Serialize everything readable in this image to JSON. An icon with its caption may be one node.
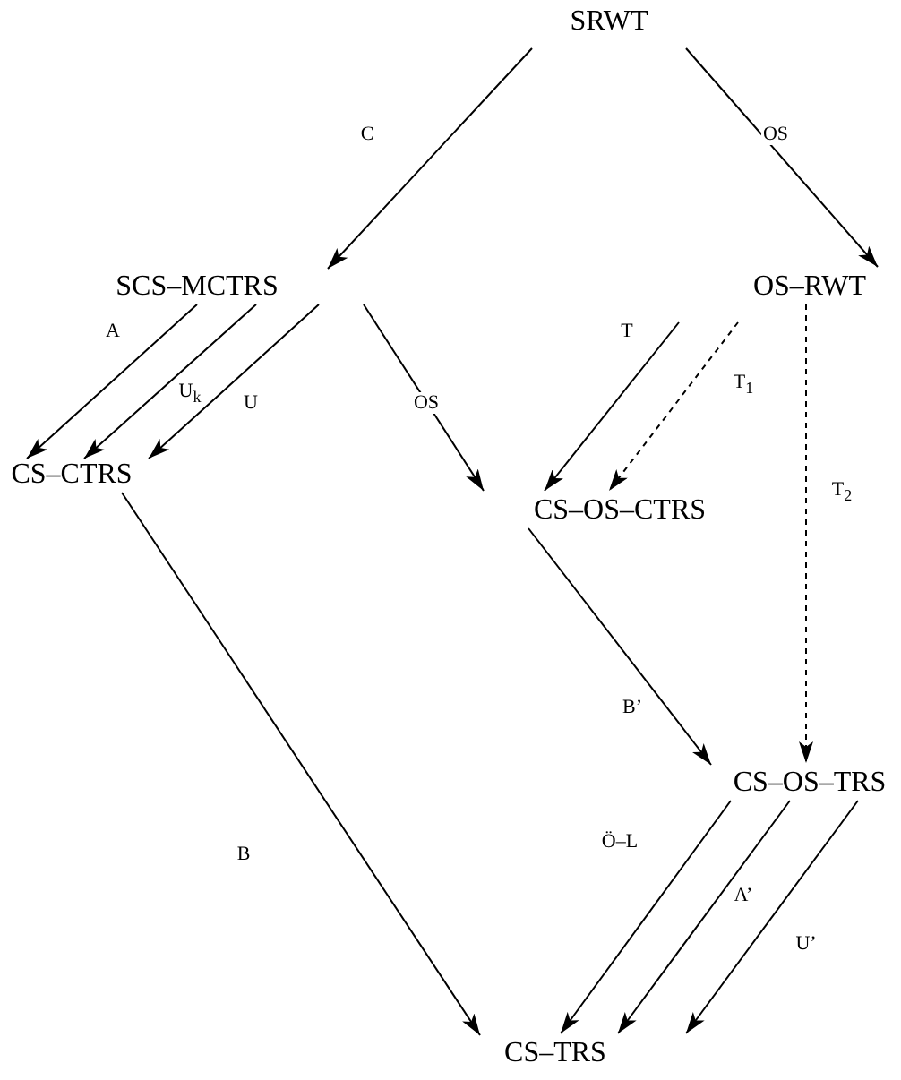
{
  "diagram": {
    "nodes": [
      {
        "text": [
          "SRWT"
        ]
      },
      {
        "text": [
          "SCS–MCTRS"
        ]
      },
      {
        "text": [
          "OS–RWT"
        ]
      },
      {
        "text": [
          "CS–CTRS"
        ]
      },
      {
        "text": [
          "CS–OS–CTRS"
        ]
      },
      {
        "text": [
          "CS–OS–TRS"
        ]
      },
      {
        "text": [
          "CS–TRS"
        ]
      }
    ],
    "edges": [
      {
        "from": 0,
        "to": 1,
        "arrow": "to",
        "label": "C"
      },
      {
        "from": 0,
        "to": 2,
        "arrow": "to",
        "label": "OS"
      },
      {
        "from": 1,
        "to": 3,
        "arrow": "to",
        "label": "A"
      },
      {
        "from": 1,
        "to": 3,
        "arrow": "to",
        "label": "U$_{k}$"
      },
      {
        "from": 1,
        "to": 3,
        "arrow": "to",
        "label": "U"
      },
      {
        "from": 1,
        "to": 4,
        "arrow": "to",
        "label": "OS"
      },
      {
        "from": 2,
        "to": 4,
        "arrow": "to",
        "label": "T"
      },
      {
        "from": 2,
        "to": 4,
        "arrow": "to",
        "label": "T$_{1}$",
        "style": "dashed"
      },
      {
        "from": 2,
        "to": 5,
        "arrow": "to",
        "label": "T$_{2}$",
        "style": "dashed"
      },
      {
        "from": 3,
        "to": 6,
        "arrow": "to",
        "label": "B"
      },
      {
        "from": 4,
        "to": 5,
        "arrow": "to",
        "label": "B’"
      },
      {
        "from": 5,
        "to": 6,
        "arrow": "to",
        "label": "Ö–L"
      },
      {
        "from": 5,
        "to": 6,
        "arrow": "to",
        "label": "A’"
      },
      {
        "from": 5,
        "to": 6,
        "arrow": "to",
        "label": "U’"
      }
    ]
  }
}
